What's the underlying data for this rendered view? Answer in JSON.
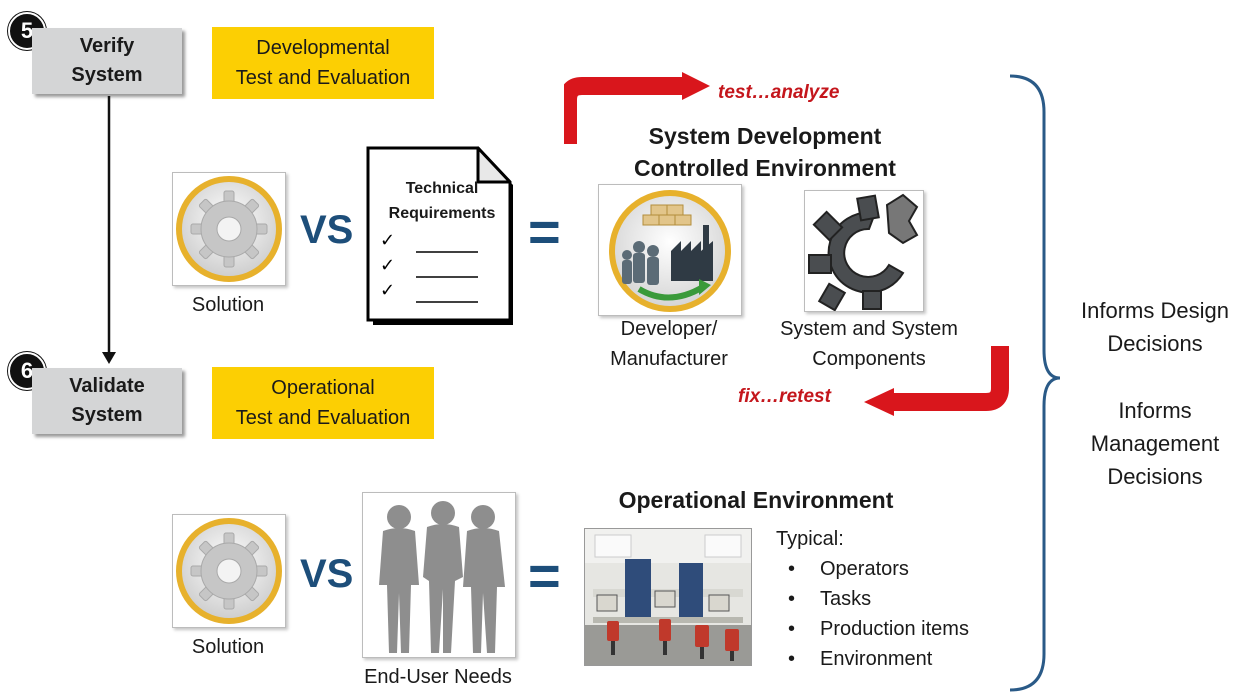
{
  "steps": [
    {
      "number": "5",
      "label": "Verify\nSystem",
      "te": "Developmental\nTest and Evaluation"
    },
    {
      "number": "6",
      "label": "Validate\nSystem",
      "te": "Operational\nTest and Evaluation"
    }
  ],
  "verify_row": {
    "solution_caption": "Solution",
    "vs": "VS",
    "doc_title": "Technical\nRequirements",
    "check_icon": "check-mark",
    "equals": "="
  },
  "validate_row": {
    "solution_caption": "Solution",
    "vs": "VS",
    "needs_caption": "End-User Needs",
    "equals": "="
  },
  "system_dev": {
    "heading": "System Development\nControlled Environment",
    "developer_caption": "Developer/\nManufacturer",
    "components_caption": "System and System\nComponents",
    "test_label": "test…analyze",
    "fix_label": "fix…retest"
  },
  "operational": {
    "heading": "Operational Environment",
    "typical_label": "Typical:",
    "items": [
      "Operators",
      "Tasks",
      "Production items",
      "Environment"
    ]
  },
  "informs": {
    "design": "Informs Design\nDecisions",
    "management": "Informs\nManagement\nDecisions"
  },
  "colors": {
    "accent_yellow": "#fccf03",
    "step_gray": "#d4d5d6",
    "vs_blue": "#1d4e7a",
    "arrow_red": "#d9161c",
    "bracket_blue": "#2a5a87"
  },
  "icons": [
    "gear-icon",
    "document-icon",
    "factory-icon",
    "people-icon",
    "partial-gear-icon",
    "silhouettes-icon",
    "office-photo-icon"
  ]
}
